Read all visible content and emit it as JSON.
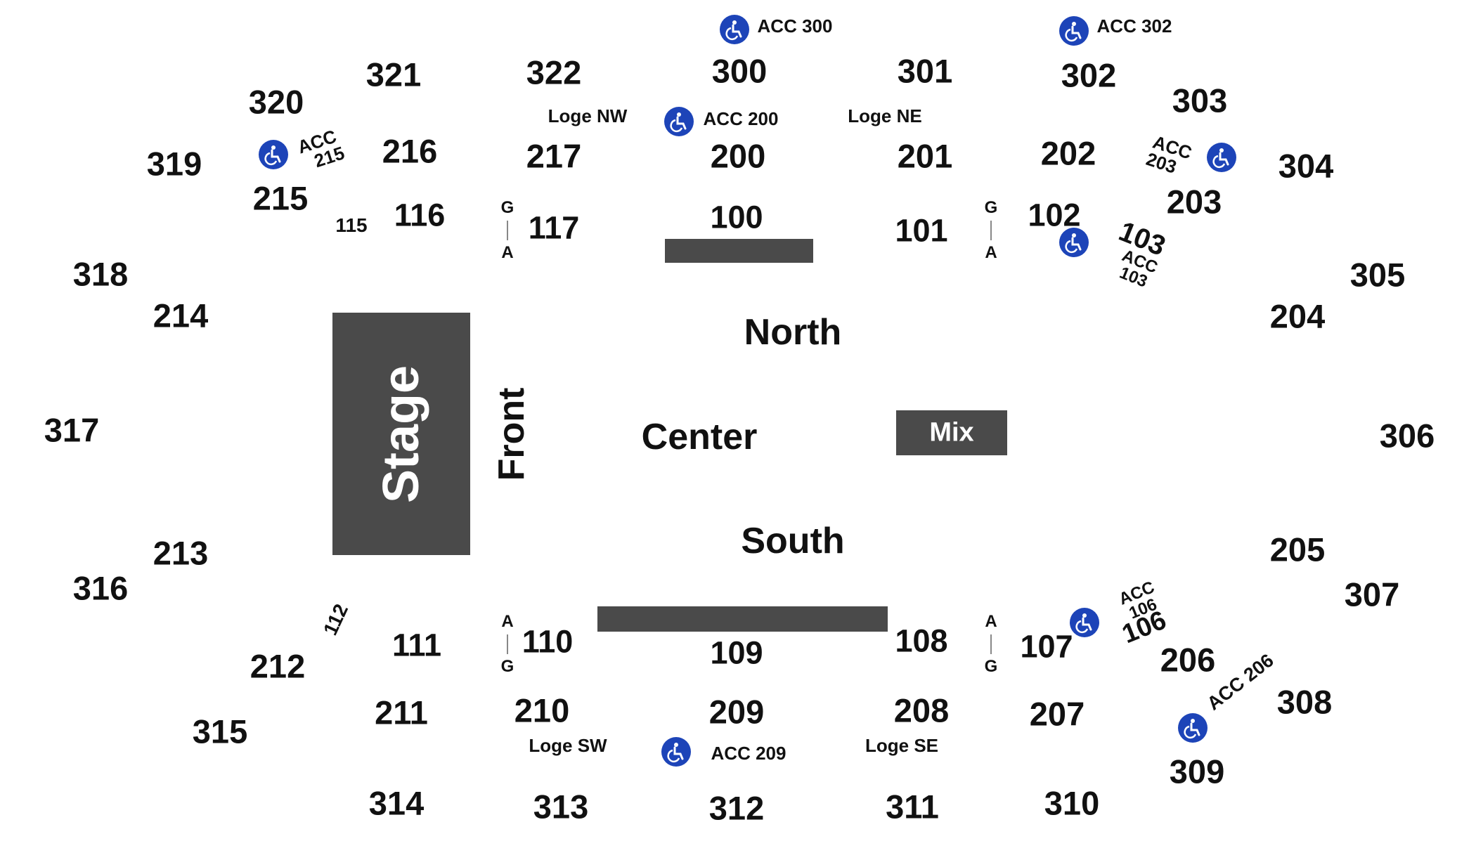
{
  "map": {
    "stage_label": "Stage",
    "front_label": "Front",
    "north_label": "North",
    "center_label": "Center",
    "south_label": "South",
    "mix_label": "Mix",
    "accent_color": "#1d44b8",
    "block_color": "#4a4a4a",
    "accessible_icon": "wheelchair-icon",
    "sections": {
      "s100": "100",
      "s101": "101",
      "s102": "102",
      "s103": "103",
      "s106": "106",
      "s107": "107",
      "s108": "108",
      "s109": "109",
      "s110": "110",
      "s111": "111",
      "s112": "112",
      "s115": "115",
      "s116": "116",
      "s117": "117",
      "s200": "200",
      "s201": "201",
      "s202": "202",
      "s203": "203",
      "s204": "204",
      "s205": "205",
      "s206": "206",
      "s207": "207",
      "s208": "208",
      "s209": "209",
      "s210": "210",
      "s211": "211",
      "s212": "212",
      "s213": "213",
      "s214": "214",
      "s215": "215",
      "s216": "216",
      "s217": "217",
      "s300": "300",
      "s301": "301",
      "s302": "302",
      "s303": "303",
      "s304": "304",
      "s305": "305",
      "s306": "306",
      "s307": "307",
      "s308": "308",
      "s309": "309",
      "s310": "310",
      "s311": "311",
      "s312": "312",
      "s313": "313",
      "s314": "314",
      "s315": "315",
      "s316": "316",
      "s317": "317",
      "s318": "318",
      "s319": "319",
      "s320": "320",
      "s321": "321",
      "s322": "322"
    },
    "loge": {
      "nw": "Loge NW",
      "ne": "Loge NE",
      "sw": "Loge SW",
      "se": "Loge SE"
    },
    "accessible": {
      "acc300": "ACC 300",
      "acc302": "ACC 302",
      "acc200": "ACC 200",
      "acc209": "ACC 209",
      "acc206": "ACC 206",
      "acc": "ACC",
      "n215": "215",
      "n203": "203",
      "n103": "103",
      "n106": "106"
    },
    "gates": {
      "g": "G",
      "a": "A"
    }
  }
}
